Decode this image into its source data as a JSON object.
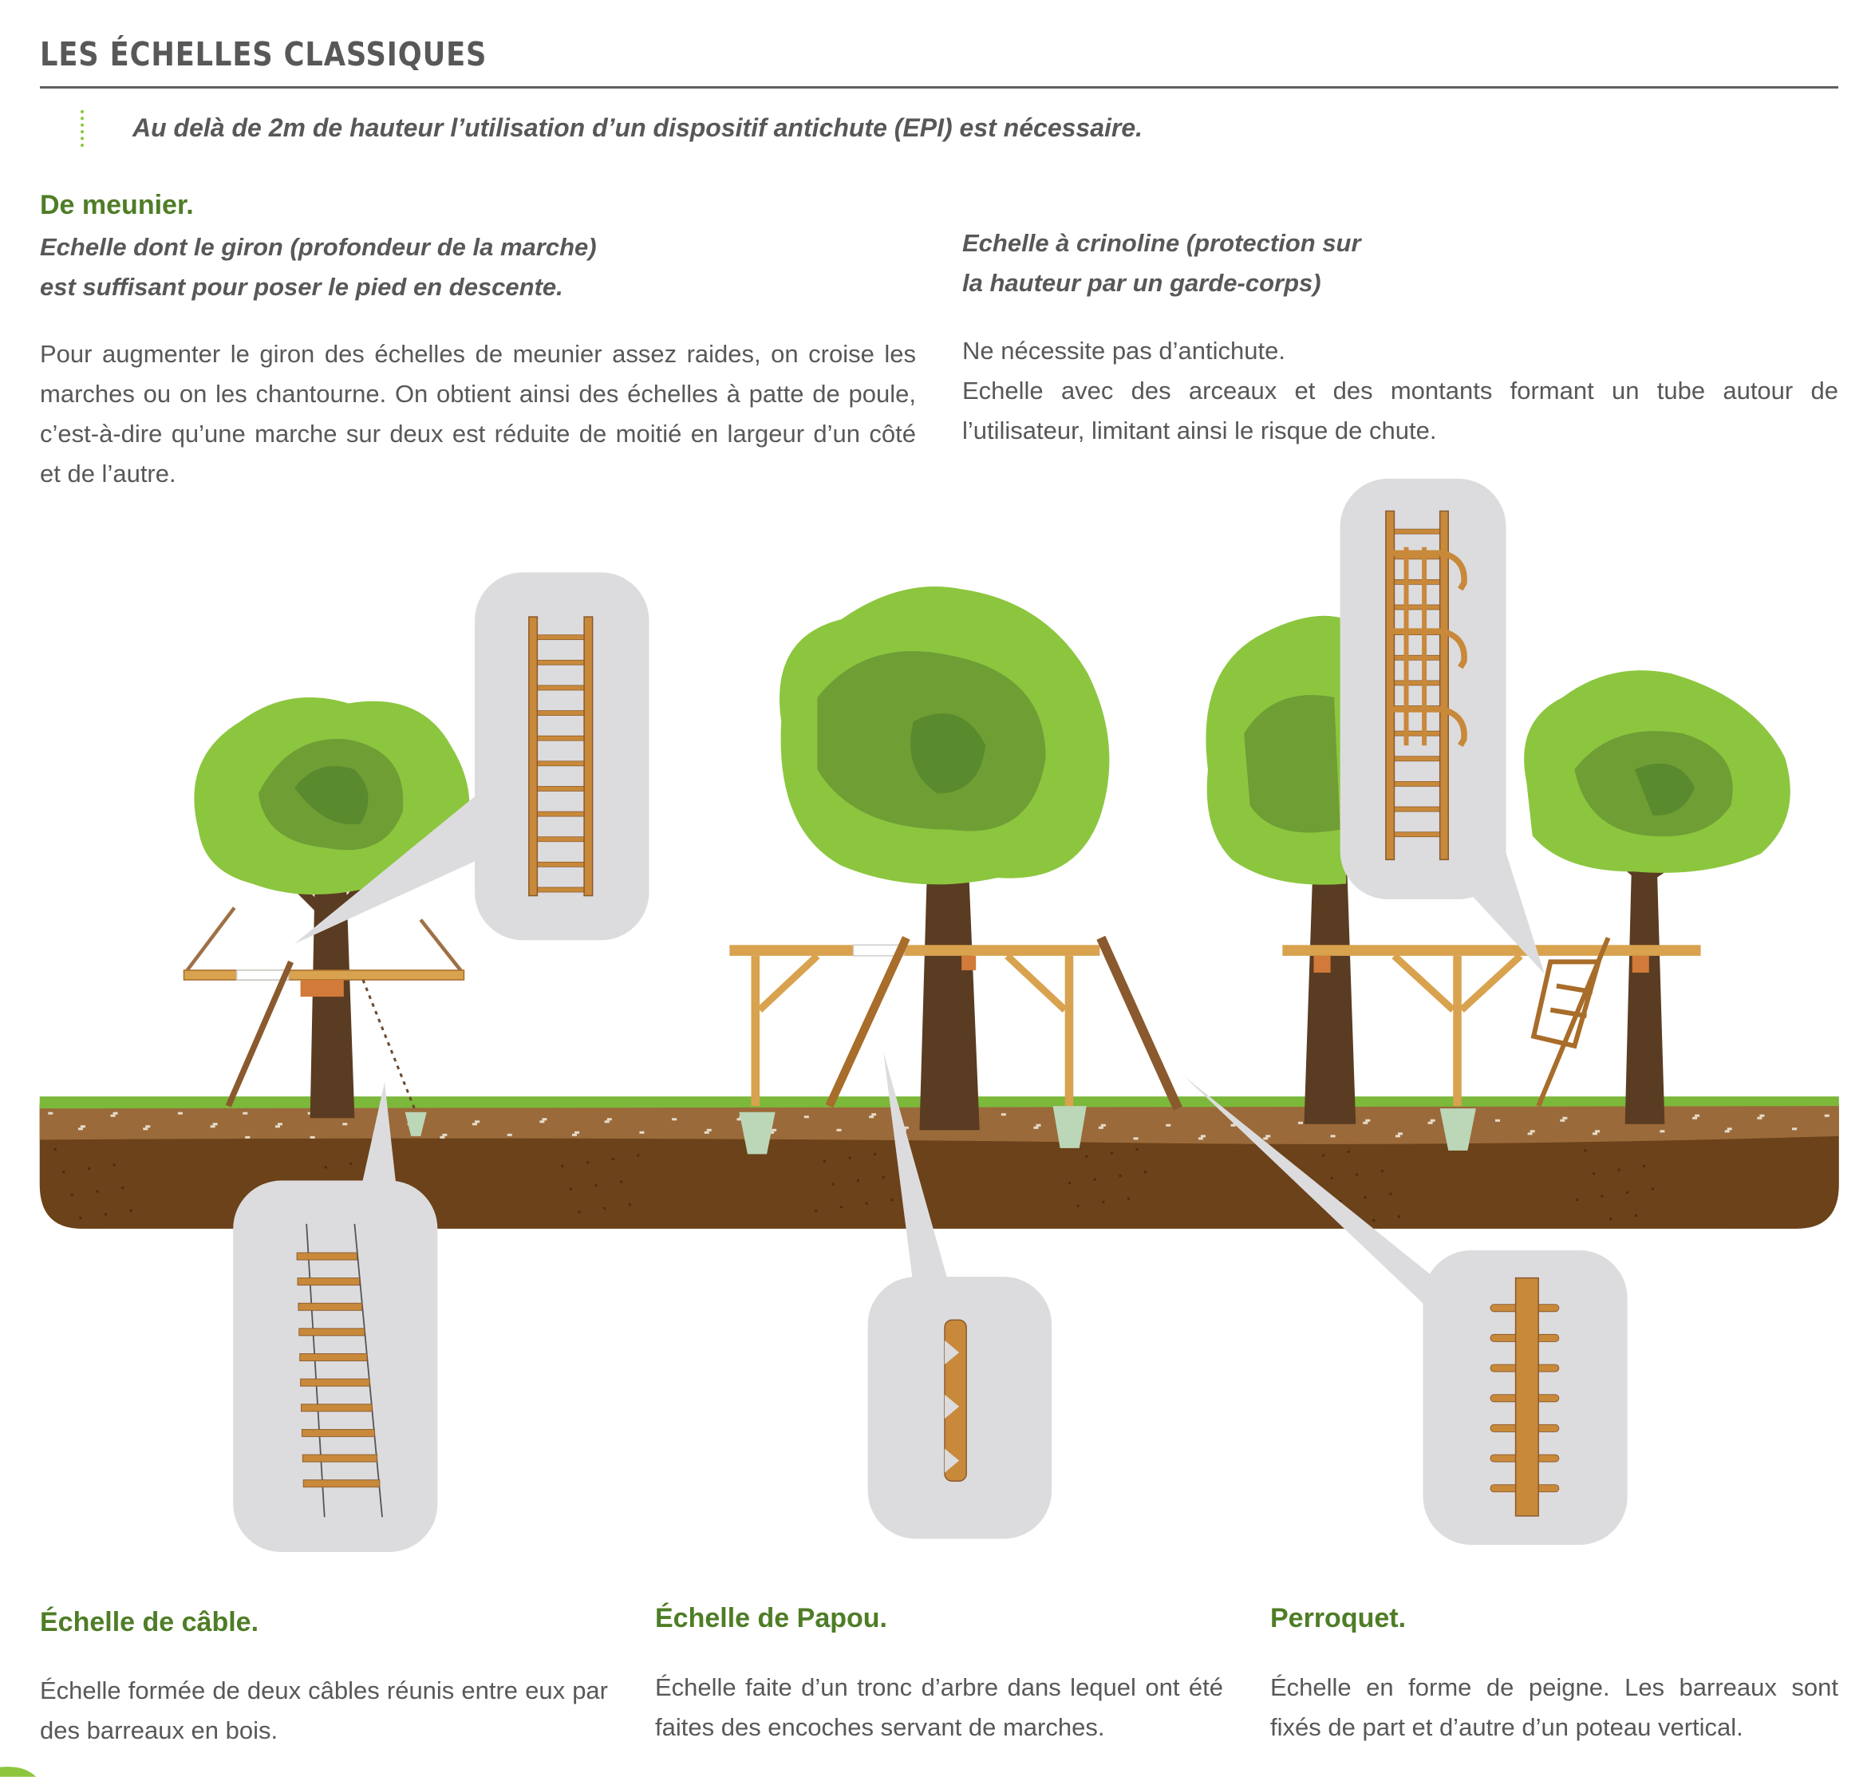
{
  "header": {
    "title": "LES ÉCHELLES CLASSIQUES"
  },
  "note": "Au delà de 2m de hauteur l’utilisation d’un dispositif antichute (EPI) est nécessaire.",
  "meunier": {
    "heading": "De meunier.",
    "subtitle": [
      "Echelle dont le giron (profondeur de la marche)",
      "est suffisant pour poser le pied en descente."
    ],
    "text": "Pour augmenter le giron des échelles de meunier assez raides, on croise les marches ou on les chantourne. On obtient ainsi des échelles à patte de poule, c’est-à-dire qu’une marche sur deux est réduite de moitié en largeur d’un côté et de l’autre."
  },
  "crinoline": {
    "subtitle": [
      "Echelle à crinoline (protection sur",
      "la hauteur par un garde-corps)"
    ],
    "text": [
      "Ne nécessite pas d’antichute.",
      "Echelle avec des arceaux et des montants formant un tube autour de l’utilisateur, limitant ainsi le risque de chute."
    ]
  },
  "cable": {
    "heading": "Échelle de câble.",
    "text": "Échelle formée de deux câbles réunis entre eux par des barreaux en bois."
  },
  "papou": {
    "heading": "Échelle de Papou.",
    "text": "Échelle faite d’un tronc d’arbre dans lequel ont été faites des encoches servant de marches."
  },
  "perroquet": {
    "heading": "Perroquet.",
    "text": "Échelle en forme de peigne. Les barreaux sont fixés de part et d’autre d’un poteau vertical."
  },
  "colors": {
    "text": "#58585a",
    "accent_green": "#4e7d26",
    "foliage": "#8cc63f",
    "wood": "#c8893a",
    "soil": "#6b4219",
    "bubble": "#dcdcde"
  }
}
